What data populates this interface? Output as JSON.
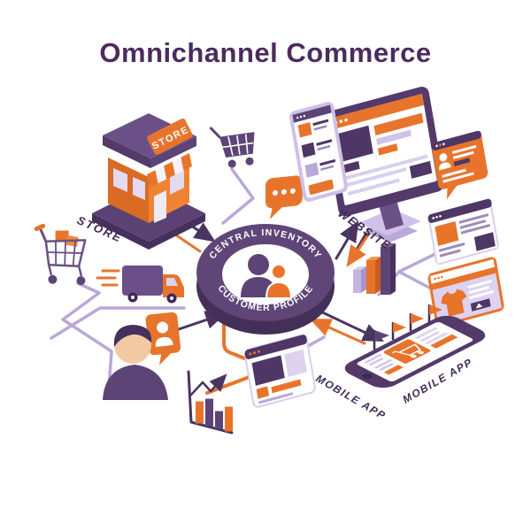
{
  "title": "Omnichannel Commerce",
  "hub": {
    "top": "CENTRAL INVENTORY",
    "bottom": "CUSTOMER PROFILE",
    "icon": "users-icon"
  },
  "labels": {
    "store": "STORE",
    "website": "WEBSITE",
    "mobile_app_left": "MOBILE APP",
    "mobile_app_right": "MOBILE APP"
  },
  "store": {
    "sign": "STORE"
  },
  "icons": {
    "center": "users-icon",
    "top_middle": [
      "shopping-cart-icon",
      "chat-bubble-icon"
    ],
    "left": [
      "wire-shopping-cart-icon",
      "delivery-truck-icon"
    ],
    "bottom_left": [
      "person-avatar",
      "contact-card-icon",
      "trend-bar-chart-icon"
    ],
    "right": [
      "bar-chart-3d-icon",
      "tshirt-product-icon",
      "pennant-flags-icon"
    ]
  },
  "colors": {
    "background": "#ffffff",
    "title_text": "#4b2c5e",
    "orange": "#e8742c",
    "purple": "#5d4476",
    "purple_dark": "#44305c",
    "purple_light": "#b9a8d8",
    "lavender_fill": "#ddd3ee"
  }
}
